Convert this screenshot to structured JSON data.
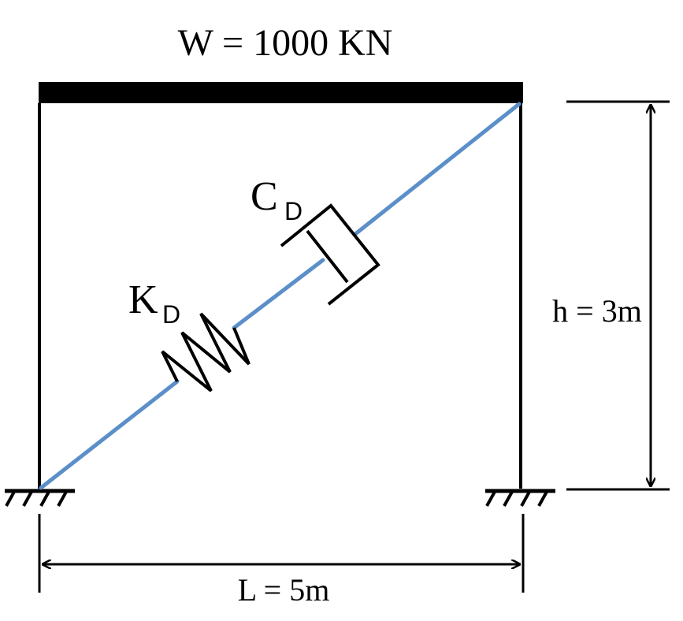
{
  "load_label": "W = 1000 KN",
  "damper": {
    "symbol": "C",
    "subscript": "D"
  },
  "spring": {
    "symbol": "K",
    "subscript": "D"
  },
  "height_label": "h = 3m",
  "span_label": "L = 5m",
  "colors": {
    "brace": "#5b8fc9",
    "frame": "#000000"
  }
}
